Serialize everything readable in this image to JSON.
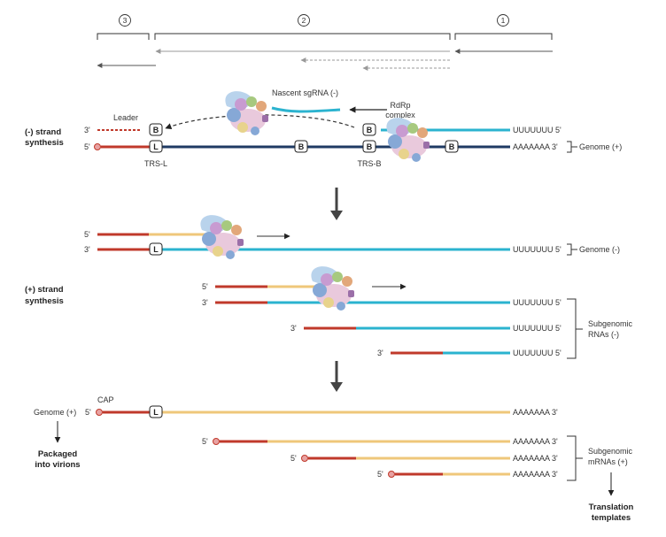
{
  "colors": {
    "leader": "#c0392b",
    "genome_plus": "#1f3a63",
    "negative_strand": "#2bb3cf",
    "positive_strand": "#efc77a",
    "arrow": "#555555",
    "dashed": "#999999"
  },
  "stages": [
    "3",
    "2",
    "1"
  ],
  "section1": {
    "title_line1": "(-) strand",
    "title_line2": "synthesis",
    "nascent": "Nascent sgRNA (-)",
    "rdrp_line1": "RdRp",
    "rdrp_line2": "complex",
    "leader": "Leader",
    "trs_l": "TRS-L",
    "trs_b": "TRS-B",
    "genome_plus": "Genome (+)",
    "poly_u": "UUUUUUU 5'",
    "poly_a": "AAAAAAA 3'",
    "end3": "3'",
    "end5": "5'",
    "box_b": "B",
    "box_l": "L"
  },
  "section2": {
    "title_line1": "(+) strand",
    "title_line2": "synthesis",
    "genome_minus": "Genome (-)",
    "subgenomic_line1": "Subgenomic",
    "subgenomic_line2": "RNAs (-)",
    "poly_u": "UUUUUUU 5'",
    "end3": "3'",
    "end5": "5'",
    "box_l": "L"
  },
  "section3": {
    "cap": "CAP",
    "genome_plus": "Genome (+)",
    "packaged_line1": "Packaged",
    "packaged_line2": "into virions",
    "subgenomic_line1": "Subgenomic",
    "subgenomic_line2": "mRNAs (+)",
    "translation_line1": "Translation",
    "translation_line2": "templates",
    "poly_a": "AAAAAAA 3'",
    "end5": "5'",
    "box_l": "L"
  }
}
